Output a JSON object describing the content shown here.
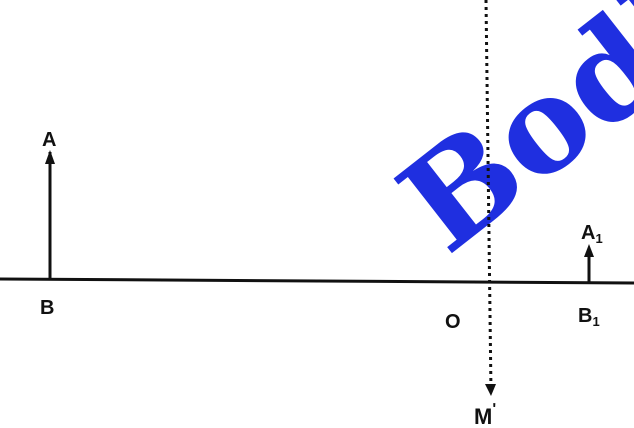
{
  "diagram": {
    "labels": {
      "A": "A",
      "B": "B",
      "O": "O",
      "A1": "A",
      "A1_sub": "1",
      "B1": "B",
      "B1_sub": "1",
      "M_prime": "M",
      "M_prime_mark": "ʹ"
    },
    "watermark": "Bodh"
  },
  "colors": {
    "ink": "#111111",
    "watermark": "#1f2fe0",
    "background": "#ffffff"
  }
}
